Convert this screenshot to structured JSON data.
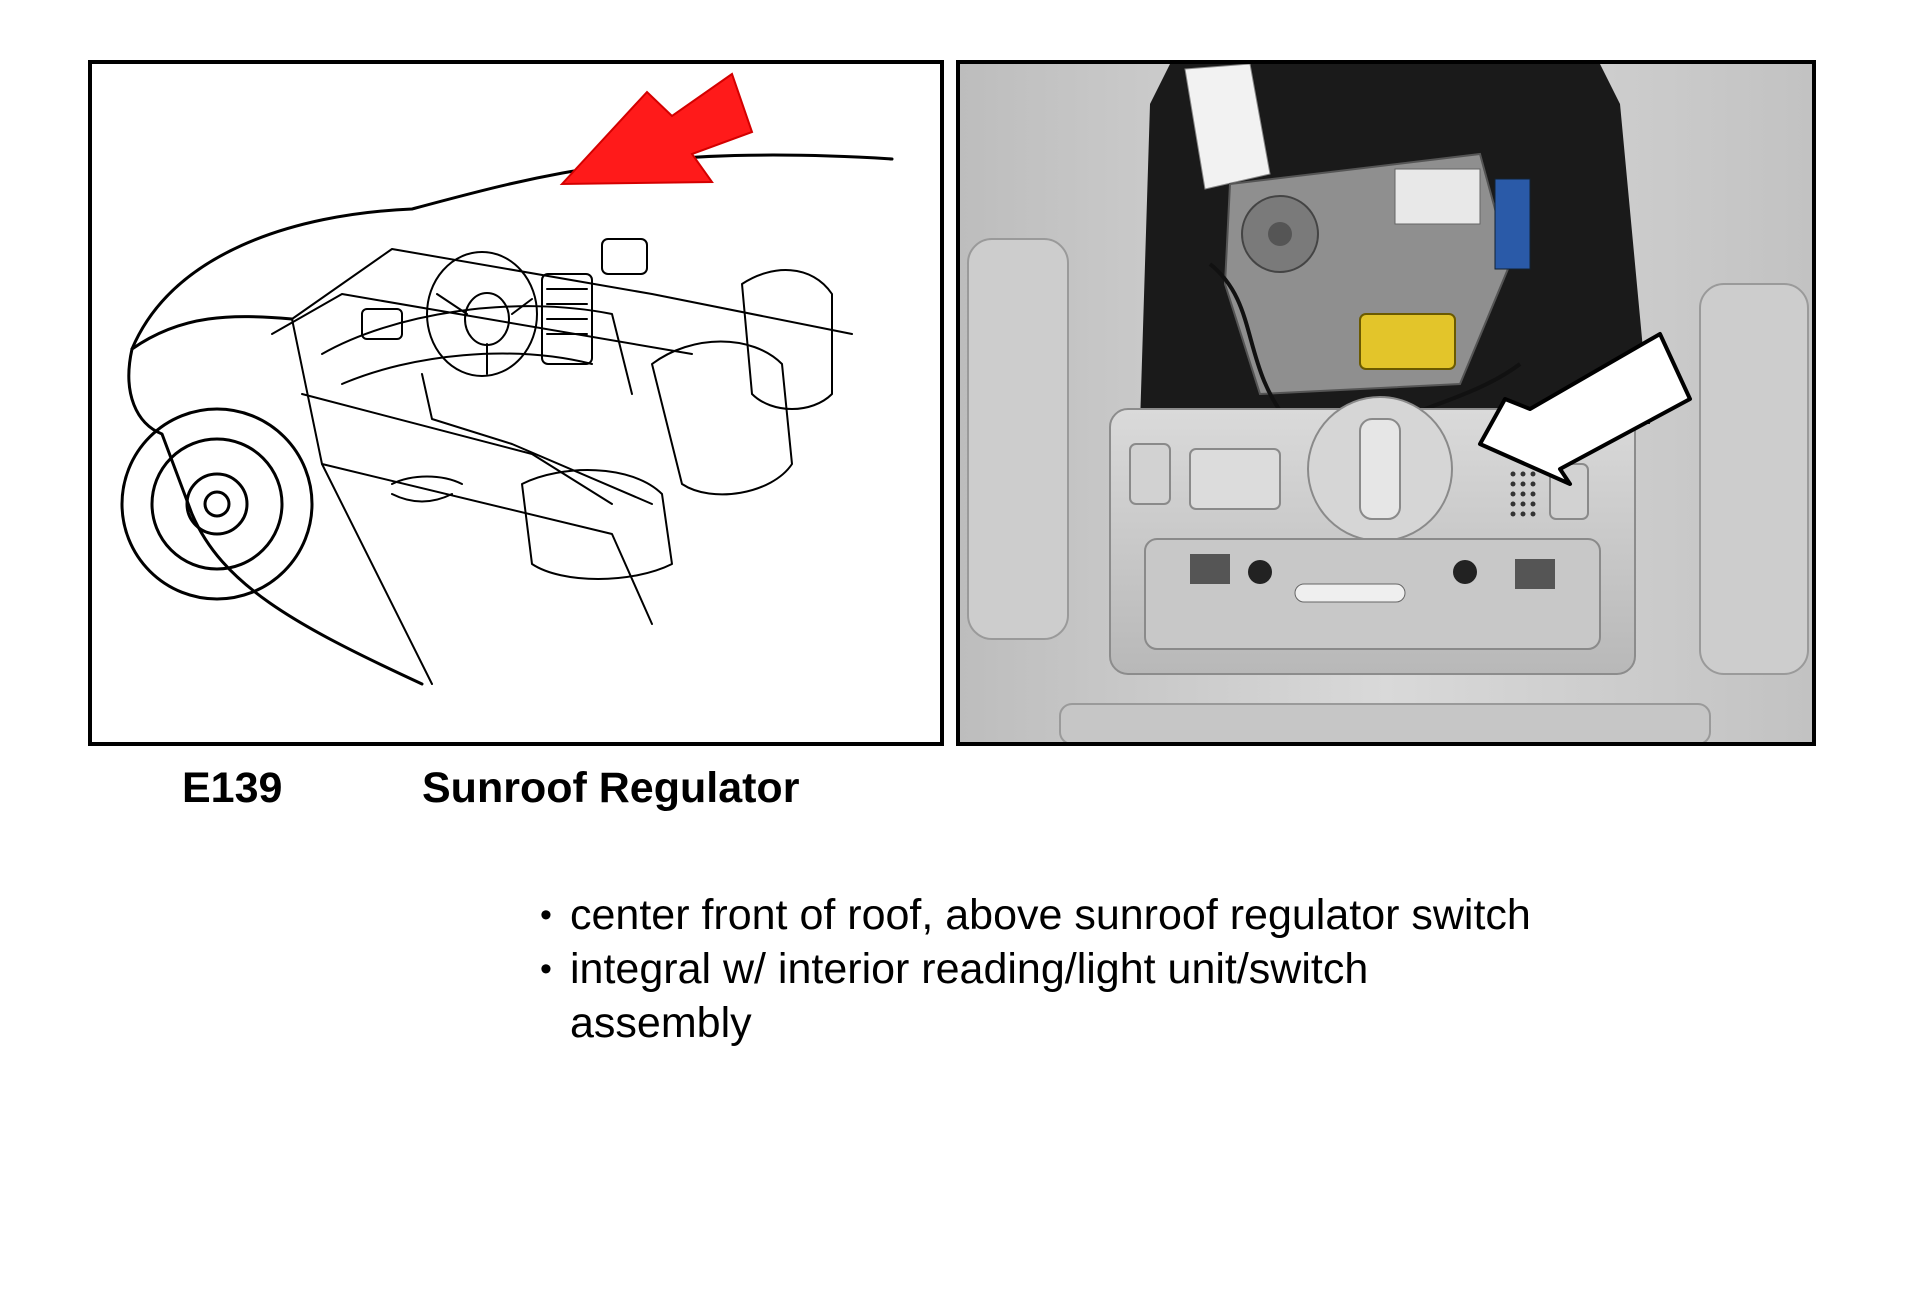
{
  "figure": {
    "drawing_icon": "car-interior-line-drawing",
    "photo_icon": "overhead-console-photo",
    "drawing_arrow_color": "#ff1a1a",
    "photo_arrow_color": "#ffffff"
  },
  "caption": {
    "code": "E139",
    "title": "Sunroof Regulator"
  },
  "bullets": [
    {
      "text": "center front of roof, above sunroof regulator switch"
    },
    {
      "text": "integral w/ interior reading/light unit/switch assembly"
    }
  ]
}
